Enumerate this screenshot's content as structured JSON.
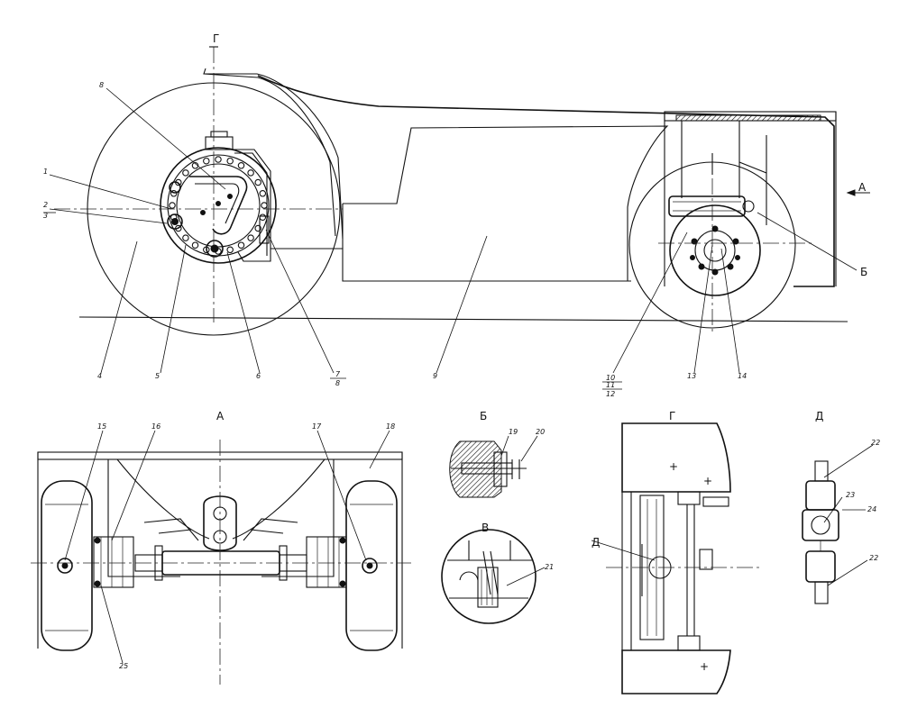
{
  "views": {
    "a": "А",
    "b": "Б",
    "v": "В",
    "g": "Г",
    "d": "Д"
  },
  "callouts": {
    "c1": "1",
    "c2": "2",
    "c3": "3",
    "c4": "4",
    "c5": "5",
    "c6": "6",
    "c7": "7",
    "c8": "8",
    "c8b": "8",
    "c9": "9",
    "c10": "10",
    "c11": "11",
    "c12": "12",
    "c13": "13",
    "c14": "14",
    "c15": "15",
    "c16": "16",
    "c17": "17",
    "c18": "18",
    "c19": "19",
    "c20": "20",
    "c21": "21",
    "c22a": "22",
    "c22b": "22",
    "c23": "23",
    "c24": "24",
    "c25": "25"
  },
  "marks": {
    "section_g_top": "Г",
    "arrow_a": "А",
    "mark_b": "Б",
    "mark_d": "Д"
  }
}
